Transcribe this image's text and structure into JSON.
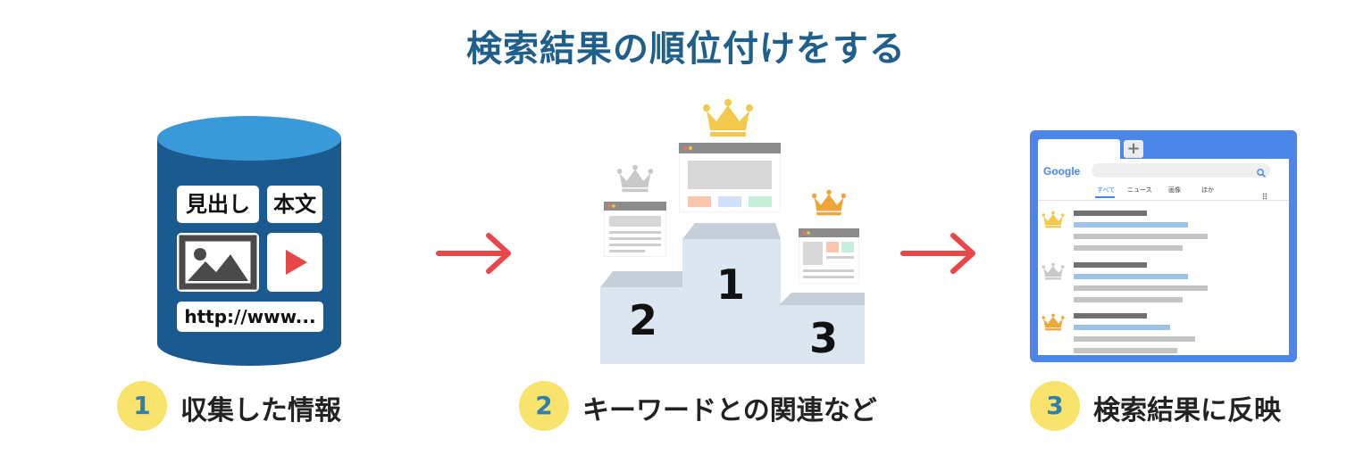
{
  "title": "検索結果の順位付けをする",
  "database": {
    "chips": [
      "見出し",
      "本文",
      "http://www..."
    ],
    "icons": [
      "image-icon",
      "video-play-icon"
    ]
  },
  "podium": {
    "ranks": [
      "1",
      "2",
      "3"
    ]
  },
  "browser": {
    "logo": "Google",
    "tabs": [
      "すべて",
      "ニュース",
      "画像",
      "ほか"
    ]
  },
  "steps": [
    {
      "num": "1",
      "label": "収集した情報"
    },
    {
      "num": "2",
      "label": "キーワードとの関連など"
    },
    {
      "num": "3",
      "label": "検索結果に反映"
    }
  ],
  "colors": {
    "title": "#1f5f8b",
    "cylinder": "#1a5a8f",
    "cylinder_top": "#3a9ad8",
    "arrow": "#e8474a",
    "gold": "#f2c94c",
    "silver": "#c9c9c9",
    "bronze": "#f0a53a",
    "badge": "#f8e36c",
    "browser_frame": "#4b86e8"
  }
}
